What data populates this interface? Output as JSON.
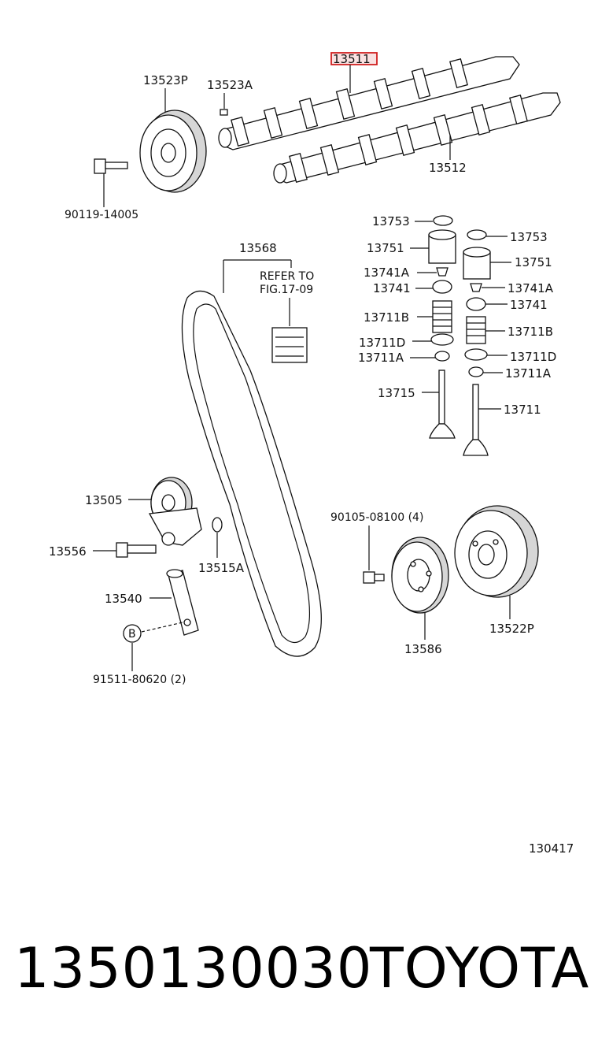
{
  "labels": {
    "p13511": "13511",
    "p13523P": "13523P",
    "p13523A": "13523A",
    "p13512": "13512",
    "p90119": "90119-14005",
    "p13568": "13568",
    "refer1": "REFER TO",
    "refer2": "FIG.17-09",
    "p13753a": "13753",
    "p13751a": "13751",
    "p13741Aa": "13741A",
    "p13741a": "13741",
    "p13711Ba": "13711B",
    "p13711Da": "13711D",
    "p13711Aa": "13711A",
    "p13715": "13715",
    "p13753b": "13753",
    "p13751b": "13751",
    "p13741Ab": "13741A",
    "p13741b": "13741",
    "p13711Bb": "13711B",
    "p13711Db": "13711D",
    "p13711Ab": "13711A",
    "p13711": "13711",
    "p13505": "13505",
    "p13556": "13556",
    "p13515A": "13515A",
    "p13540": "13540",
    "pB": "B",
    "p91511": "91511-80620 (2)",
    "p90105": "90105-08100 (4)",
    "p13586": "13586",
    "p13522P": "13522P",
    "fig_no": "130417"
  },
  "footer": {
    "part_number": "1350130030",
    "brand": "TOYOTA"
  },
  "colors": {
    "highlight": "#d02020",
    "line": "#111111"
  }
}
